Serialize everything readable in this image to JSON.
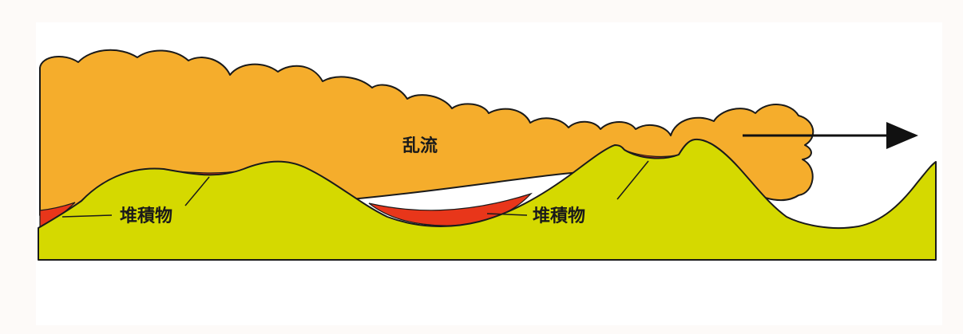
{
  "labels": {
    "flow": "乱流",
    "deposit_left": "堆積物",
    "deposit_right": "堆積物"
  },
  "colors": {
    "background": "#fdfaf8",
    "panel": "#ffffff",
    "turbulent_flow": "#f5ad2c",
    "ground": "#d5d900",
    "deposit": "#e8361a",
    "outline": "#1a1a1a",
    "arrow": "#111111"
  },
  "icons": {
    "flow_direction": "arrow-right-icon"
  }
}
